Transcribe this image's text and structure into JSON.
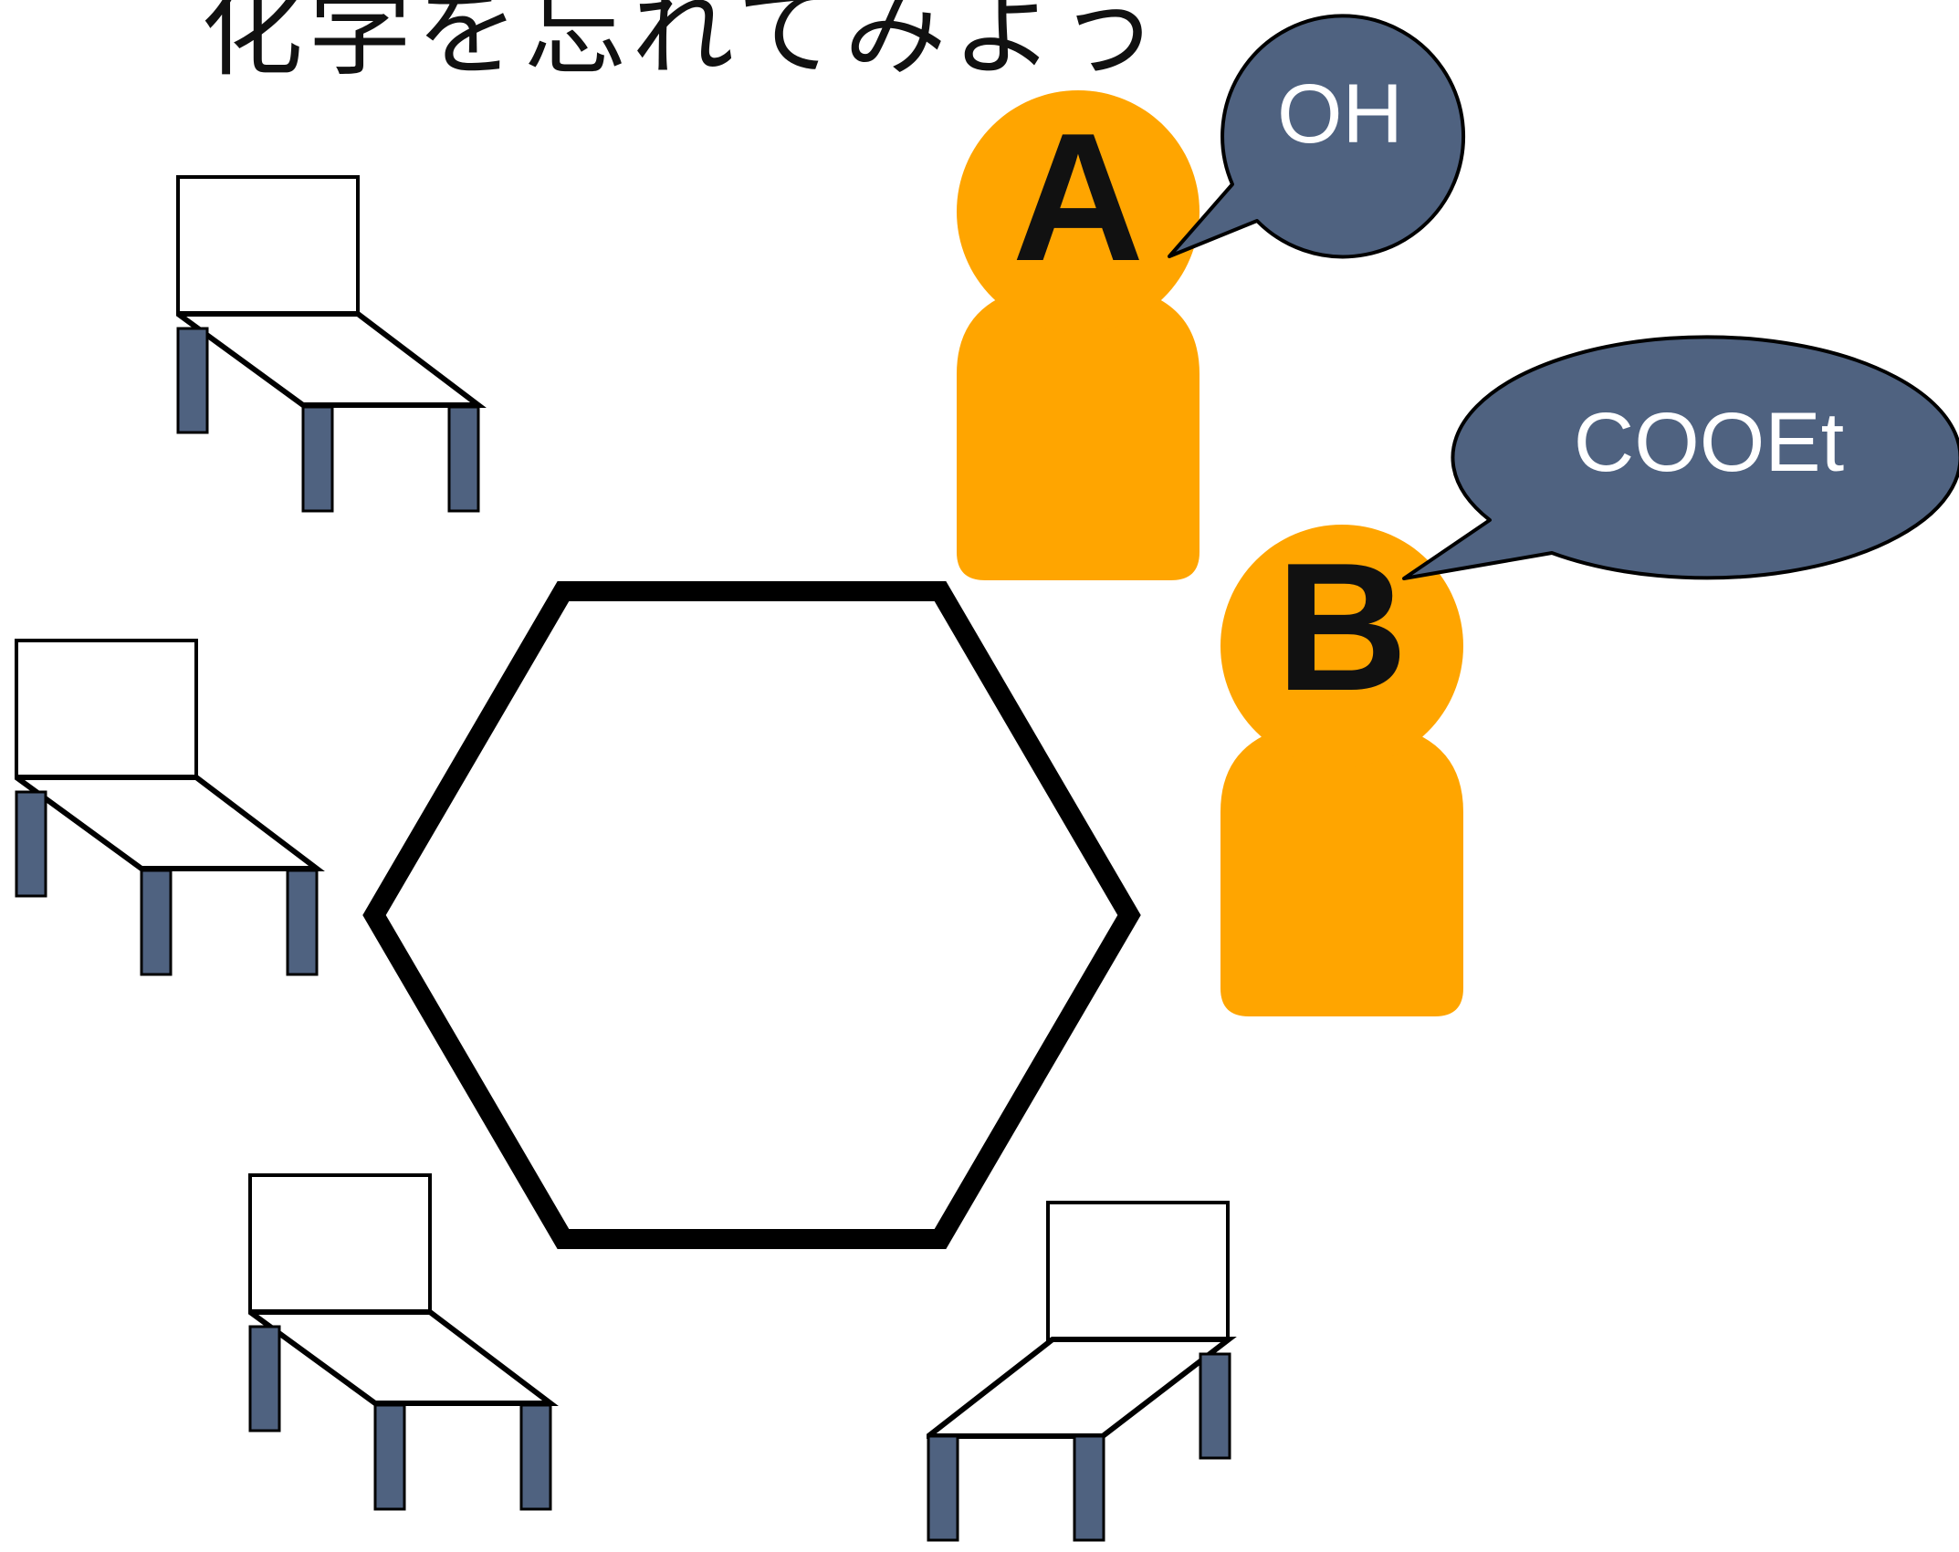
{
  "title": "化学を忘れてみよう",
  "persons": [
    {
      "id": "a",
      "label": "A",
      "speech": "OH"
    },
    {
      "id": "b",
      "label": "B",
      "speech": "COOEt"
    }
  ],
  "colors": {
    "person": "#FFA500",
    "bubble_fill": "#4F6280",
    "chair_leg": "#4F6280",
    "outline": "#000000"
  }
}
